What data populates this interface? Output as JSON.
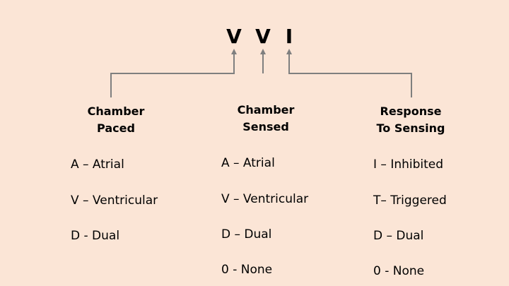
{
  "code": {
    "letters": [
      "V",
      "V",
      "I"
    ]
  },
  "columns": [
    {
      "header_line1": "Chamber",
      "header_line2": "Paced",
      "options": [
        "A – Atrial",
        "V – Ventricular",
        "D - Dual"
      ]
    },
    {
      "header_line1": "Chamber",
      "header_line2": "Sensed",
      "options": [
        "A – Atrial",
        "V – Ventricular",
        "D – Dual",
        "0 - None"
      ]
    },
    {
      "header_line1": "Response",
      "header_line2": "To Sensing",
      "options": [
        "I – Inhibited",
        "T– Triggered",
        "D – Dual",
        "0 - None"
      ]
    }
  ],
  "colors": {
    "background": "#fbe5d6",
    "connector": "#7f7f7f",
    "text": "#000000"
  }
}
